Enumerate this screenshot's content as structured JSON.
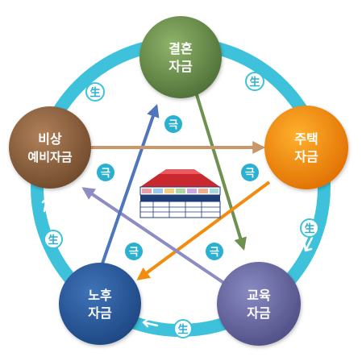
{
  "nodes": {
    "marriage": {
      "line1": "결혼",
      "line2": "자금",
      "color": "#6f9150"
    },
    "housing": {
      "line1": "주택",
      "line2": "자금",
      "color": "#f28c0f"
    },
    "education": {
      "line1": "교육",
      "line2": "자금",
      "color": "#6a6aa6"
    },
    "retirement": {
      "line1": "노후",
      "line2": "자금",
      "color": "#2b5b9c"
    },
    "emergency": {
      "line1": "비상",
      "line2": "예비자금",
      "color": "#94643d"
    }
  },
  "badges": {
    "generate": "生",
    "overcome": "극"
  },
  "colors": {
    "ring": "#3ec2dc",
    "ring_arrow": "#ffffff",
    "badge_fill": "#ffffff",
    "badge_text": "#2ab0d0",
    "arrow_marriage_education": "#6f9150",
    "arrow_housing_retirement": "#f28c0f",
    "arrow_education_emergency": "#8d8cc4",
    "arrow_retirement_marriage": "#4f76bd",
    "arrow_emergency_housing": "#c9976a"
  },
  "center_icon": "house-chart-icon"
}
